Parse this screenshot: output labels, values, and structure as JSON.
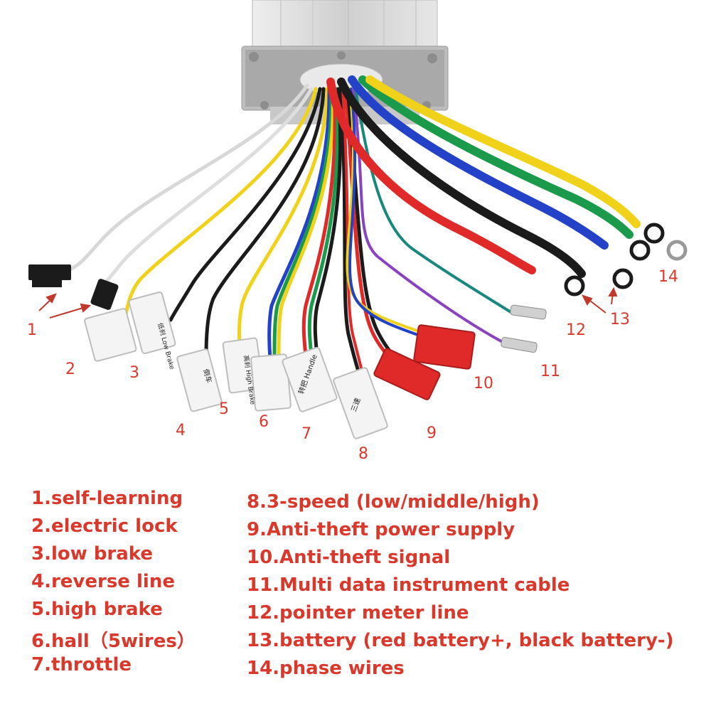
{
  "colors": {
    "label": "#d9382b",
    "red": "#e02a2a",
    "black": "#1b1b1b",
    "yellow": "#f0d21a",
    "green": "#1a9a4a",
    "blue": "#2342c8",
    "white": "#f2f2f2",
    "purple": "#8a42c0",
    "teal": "#18887e",
    "housing": "#d6d6d6"
  },
  "connector_text": {
    "c3": "低刹 Low Brake",
    "c4": "倒车",
    "c5": "高刹 High Brake",
    "c7": "转把 Handle",
    "c8": "三速"
  },
  "numbers": [
    "1",
    "2",
    "3",
    "4",
    "5",
    "6",
    "7",
    "8",
    "9",
    "10",
    "11",
    "12",
    "13",
    "14"
  ],
  "legend_left": [
    "1.self-learning",
    "2.electric lock",
    "3.low brake",
    "4.reverse line",
    "5.high brake",
    "6.hall（5wires）",
    "7.throttle"
  ],
  "legend_right": [
    "8.3-speed (low/middle/high)",
    "9.Anti-theft power supply",
    "10.Anti-theft signal",
    "11.Multi data instrument cable",
    "12.pointer meter line",
    "13.battery (red battery+, black battery-)",
    "14.phase wires"
  ]
}
